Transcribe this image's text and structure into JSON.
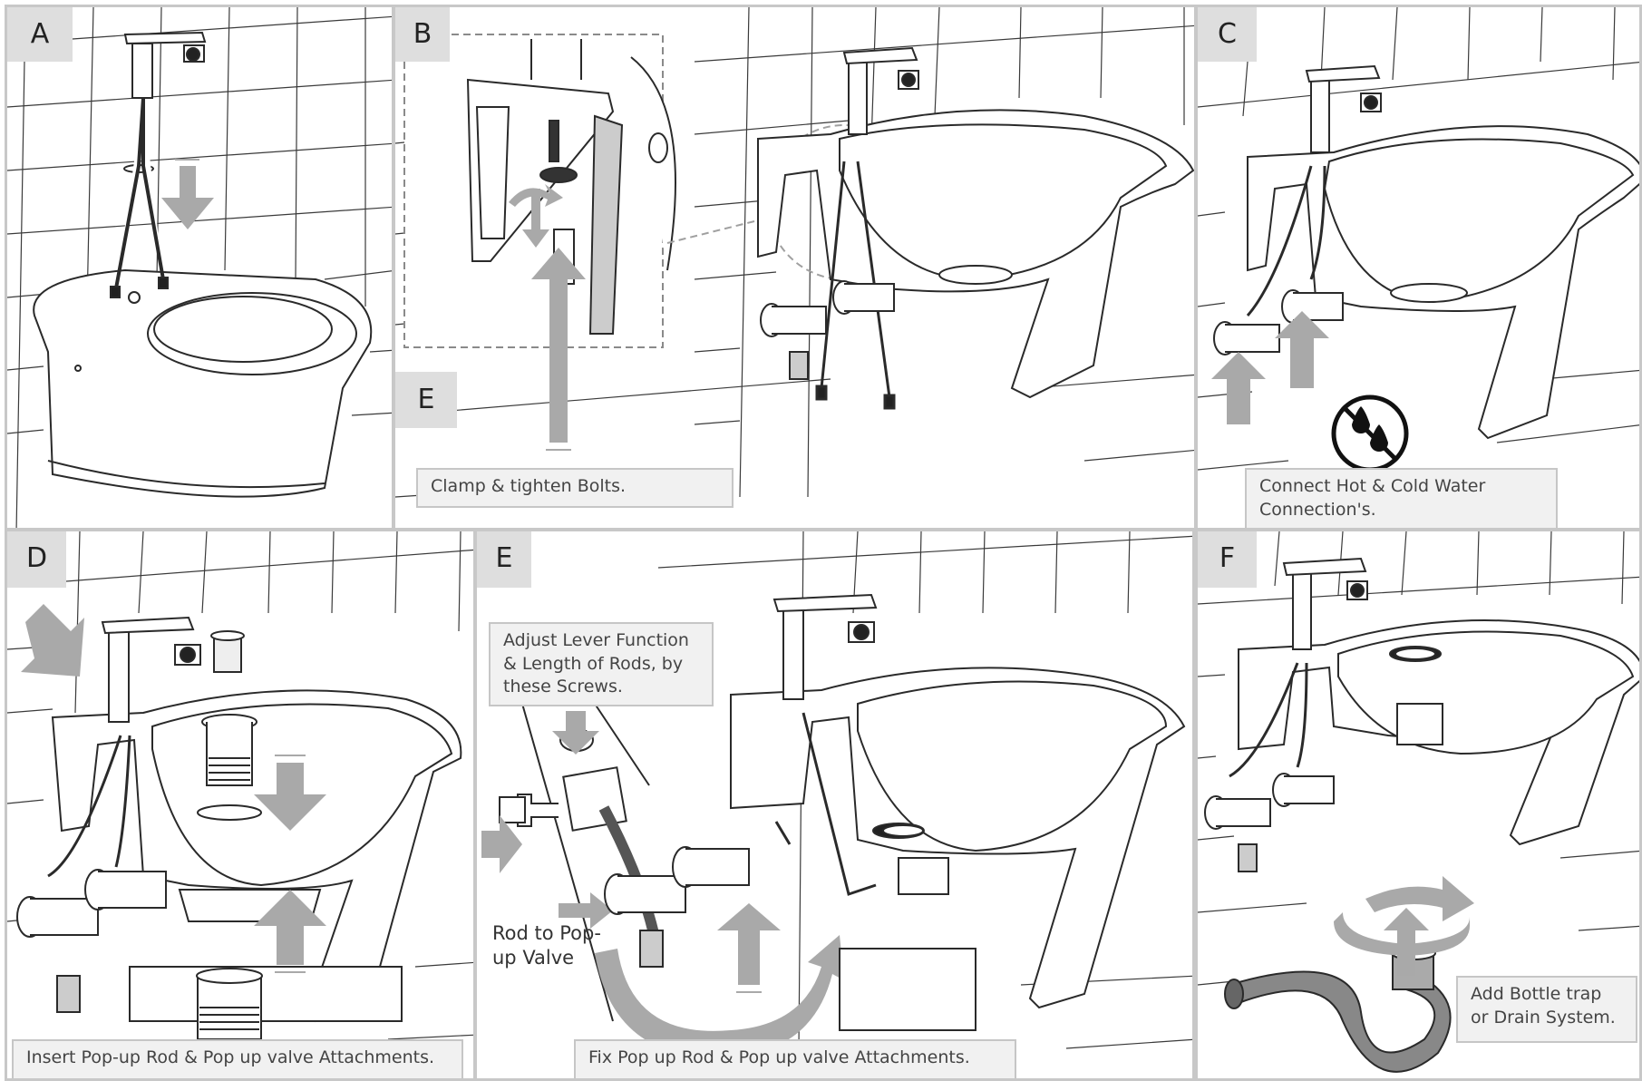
{
  "panels": {
    "a": {
      "letter": "A"
    },
    "b": {
      "letter": "B",
      "sub_letter": "E",
      "caption": "Clamp & tighten Bolts."
    },
    "c": {
      "letter": "C",
      "caption": "Connect Hot & Cold Water Connection's."
    },
    "d": {
      "letter": "D",
      "caption": "Insert Pop-up Rod & Pop up valve Attachments."
    },
    "e": {
      "letter": "E",
      "callout": "Adjust Lever Function & Length of Rods, by these Screws.",
      "rod_label": "Rod to Pop-up Valve",
      "caption": "Fix Pop up Rod & Pop up valve Attachments."
    },
    "f": {
      "letter": "F",
      "caption": "Add Bottle trap or Drain System."
    }
  },
  "colors": {
    "arrow": "#a9a9a9",
    "line": "#2a2a2a",
    "tile": "#3a3a3a",
    "label_bg": "#dedede",
    "caption_bg": "#f1f1f1"
  },
  "icons": [
    "down-arrow-icon",
    "up-arrow-icon",
    "rotate-arrow-icon",
    "no-water-icon",
    "right-arrow-icon",
    "curved-arrow-icon"
  ]
}
